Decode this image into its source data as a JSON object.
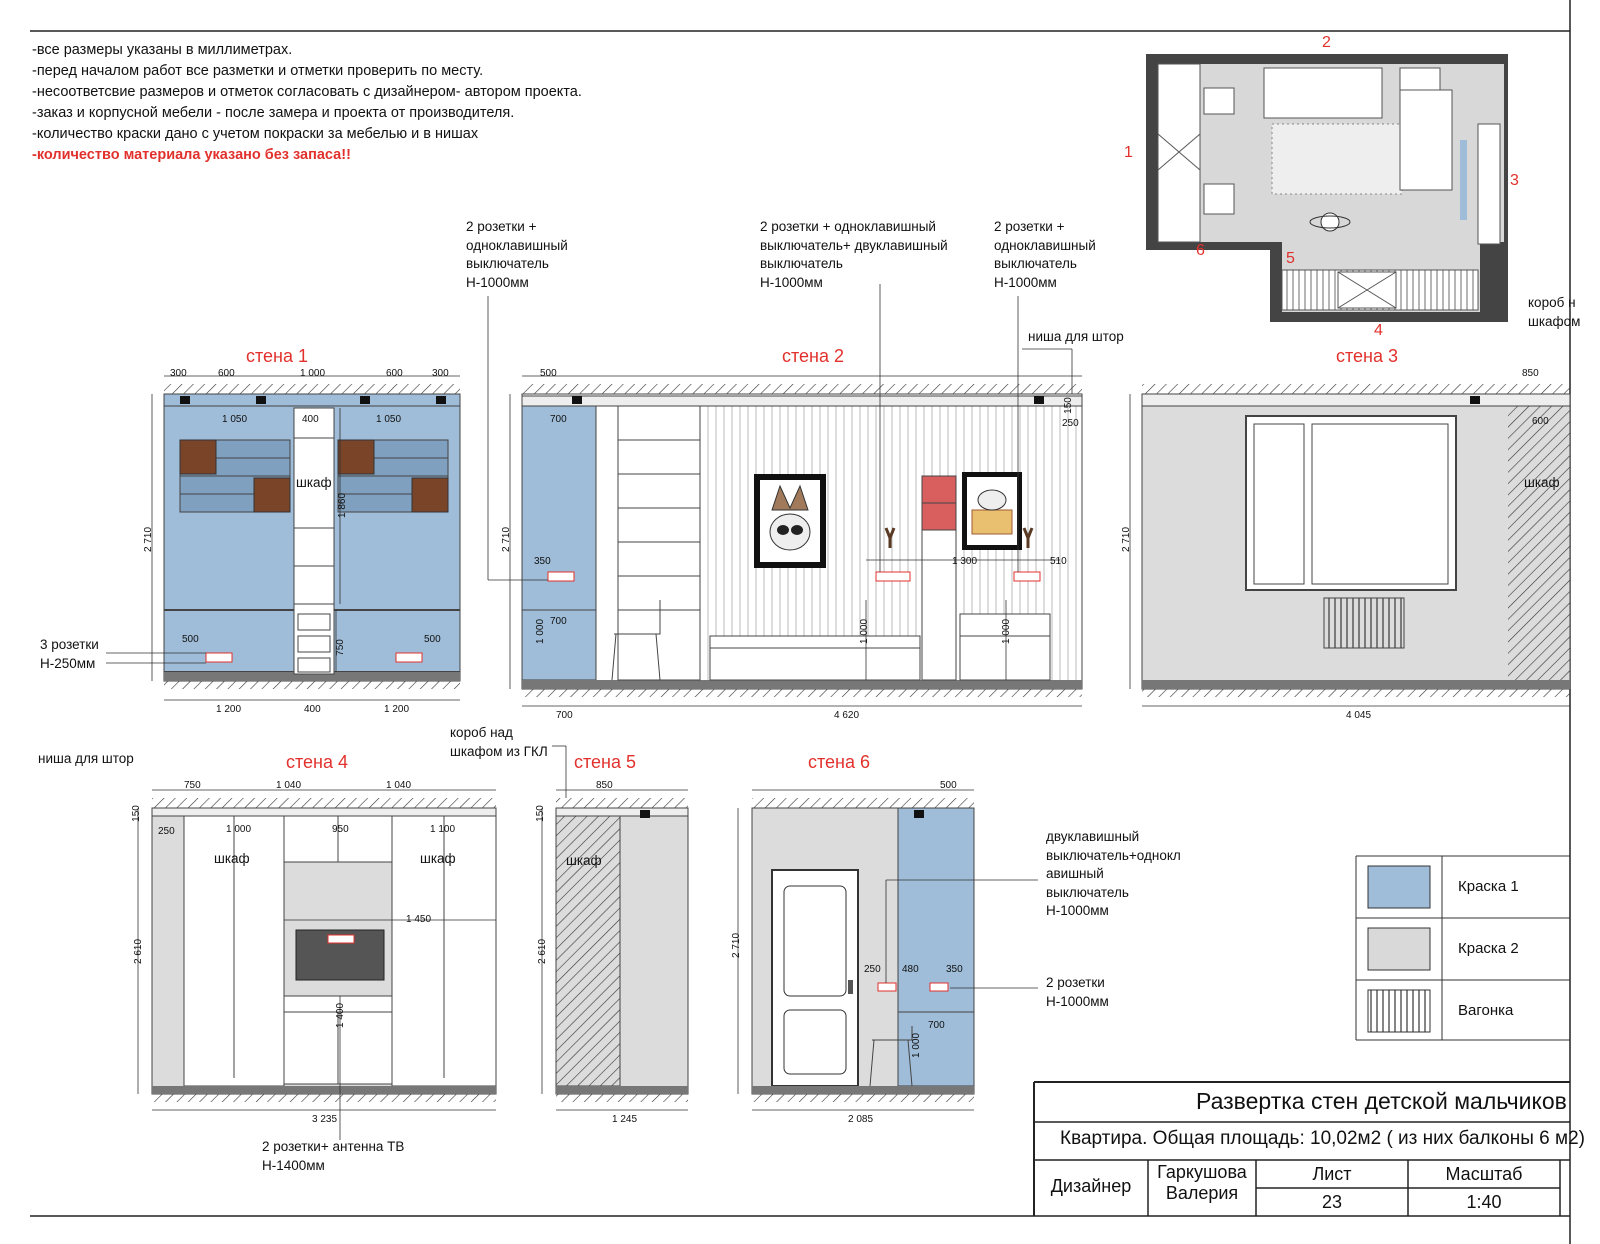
{
  "notes": [
    "-все размеры указаны в миллиметрах.",
    "-перед началом работ все разметки и отметки проверить по месту.",
    "-несоответсвие размеров и отметок согласовать с дизайнером- автором проекта.",
    "-заказ и корпусной мебели - после замера и проекта от производителя.",
    "-количество краски дано с учетом покраски за мебелью и в нишах"
  ],
  "warning": "-количество материала указано без запаса!!",
  "walls": {
    "w1": "стена 1",
    "w2": "стена 2",
    "w3": "стена 3",
    "w4": "стена 4",
    "w5": "стена 5",
    "w6": "стена 6"
  },
  "annotations": {
    "a1": [
      "2 розетки +",
      "одноклавишный",
      "выключатель",
      "Н-1000мм"
    ],
    "a2": [
      "2 розетки + одноклавишный",
      "выключатель+ двуклавишный",
      "выключатель",
      "Н-1000мм"
    ],
    "a3": [
      "2 розетки +",
      "одноклавишный",
      "выключатель",
      "Н-1000мм"
    ],
    "a4": [
      "3 розетки",
      "Н-250мм"
    ],
    "a5": "ниша для штор",
    "a6": [
      "короб н",
      "шкафом"
    ],
    "a7": "ниша для штор",
    "a8": [
      "короб над",
      "шкафом из ГКЛ"
    ],
    "a9": [
      "двуклавишный",
      "выключатель+однокл",
      "авишный",
      "выключатель",
      "Н-1000мм"
    ],
    "a10": [
      "2 розетки",
      "Н-1000мм"
    ],
    "a11": [
      "2 розетки+ антенна ТВ",
      "Н-1400мм"
    ]
  },
  "furniture": {
    "wardrobe": "шкаф"
  },
  "plan_labels": [
    "1",
    "2",
    "3",
    "4",
    "5",
    "6"
  ],
  "dims": {
    "w1_top": [
      "300",
      "600",
      "1 000",
      "600",
      "300"
    ],
    "w1_inner": [
      "1 050",
      "400",
      "1 050",
      "1 860",
      "2 710",
      "500",
      "500",
      "750"
    ],
    "w1_bottom": [
      "1 200",
      "400",
      "1 200"
    ],
    "w2": [
      "500",
      "700",
      "2 710",
      "350",
      "700",
      "1 000",
      "1 000",
      "1 000",
      "1 300",
      "510",
      "150",
      "250"
    ],
    "w2_bottom": [
      "700",
      "4 620"
    ],
    "w3": [
      "850",
      "600",
      "2 710"
    ],
    "w3_bottom": "4 045",
    "w4": [
      "750",
      "1 040",
      "1 040",
      "150",
      "250",
      "1 000",
      "950",
      "1 100",
      "1 450",
      "2 610",
      "1 400"
    ],
    "w4_bottom": "3 235",
    "w5": [
      "850",
      "150",
      "2 610"
    ],
    "w5_bottom": "1 245",
    "w6": [
      "500",
      "2 710",
      "250",
      "480",
      "350",
      "700",
      "1 000"
    ],
    "w6_bottom": "2 085"
  },
  "legend": [
    {
      "label": "Краска 1",
      "color": "#9fbdd8"
    },
    {
      "label": "Краска 2",
      "color": "#d9d9d9"
    },
    {
      "label": "Вагонка",
      "color": "#ffffff"
    }
  ],
  "colors": {
    "paint1": "#9fbdd8",
    "paint2": "#dcdcdc",
    "accent": "#e2312c",
    "wood": "#7a4428"
  },
  "titleblock": {
    "title": "Развертка стен детской мальчиков",
    "subtitle": "Квартира. Общая площадь: 10,02м2 ( из них балконы 6 м2)",
    "role": "Дизайнер",
    "name1": "Гаркушова",
    "name2": "Валерия",
    "sheet_label": "Лист",
    "scale_label": "Масштаб",
    "sheet": "23",
    "scale": "1:40"
  }
}
